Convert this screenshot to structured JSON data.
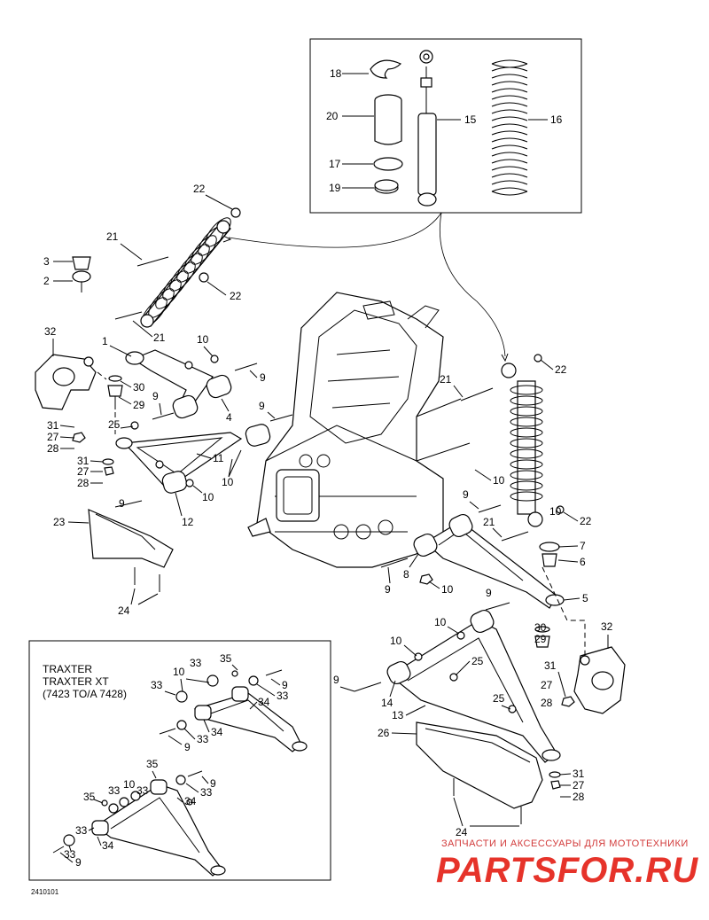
{
  "diagram": {
    "figure_code": "2410101",
    "inset": {
      "line1": "TRAXTER",
      "line2": "TRAXTER XT",
      "line3": "(7423 TO/A 7428)"
    },
    "callouts": {
      "c1": "1",
      "c2": "2",
      "c3": "3",
      "c4": "4",
      "c5": "5",
      "c6": "6",
      "c7": "7",
      "c8": "8",
      "c9": "9",
      "c10": "10",
      "c11": "11",
      "c12": "12",
      "c13": "13",
      "c14": "14",
      "c15": "15",
      "c16": "16",
      "c17": "17",
      "c18": "18",
      "c19": "19",
      "c20": "20",
      "c21": "21",
      "c22": "22",
      "c23": "23",
      "c24": "24",
      "c25": "25",
      "c26": "26",
      "c27": "27",
      "c28": "28",
      "c29": "29",
      "c30": "30",
      "c31": "31",
      "c32": "32",
      "c33": "33",
      "c34": "34",
      "c35": "35"
    }
  },
  "watermark": {
    "tagline": "ЗАПЧАСТИ И АКСЕССУАРЫ ДЛЯ МОТОТЕХНИКИ",
    "site": "PARTSFOR.RU",
    "color": "#e6332a"
  }
}
